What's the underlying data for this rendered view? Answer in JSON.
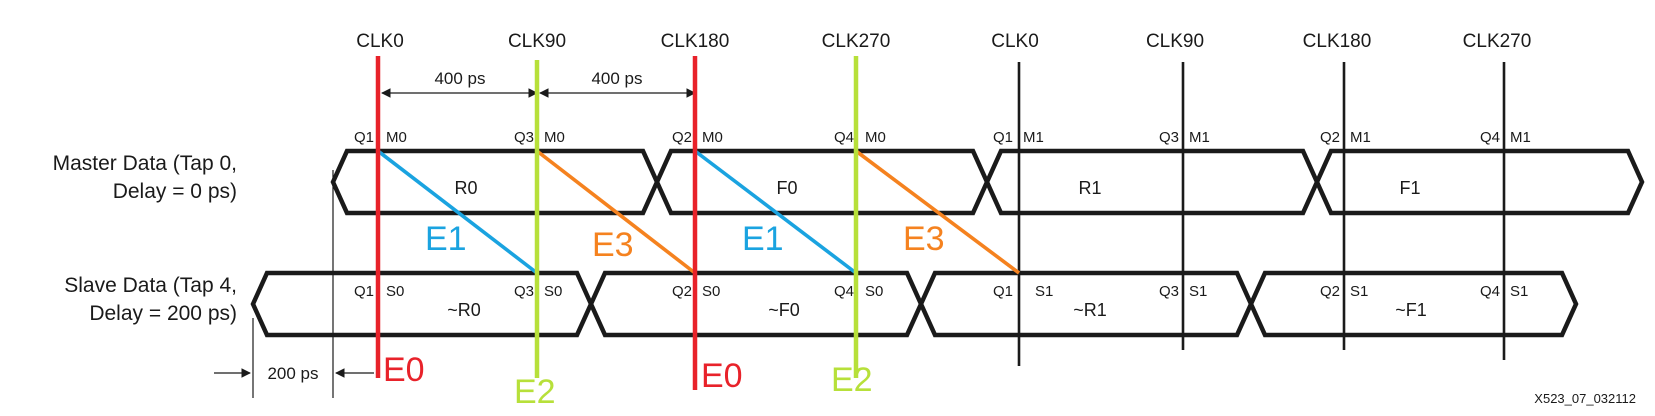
{
  "clocks": [
    "CLK0",
    "CLK90",
    "CLK180",
    "CLK270",
    "CLK0",
    "CLK90",
    "CLK180",
    "CLK270"
  ],
  "spacing": {
    "first": "400 ps",
    "second": "400 ps",
    "offset": "200 ps"
  },
  "rows": {
    "master_label": [
      "Master Data (Tap 0,",
      "Delay = 0 ps)"
    ],
    "slave_label": [
      "Slave Data (Tap 4,",
      "Delay = 200 ps)"
    ]
  },
  "master_segments": [
    "R0",
    "F0",
    "R1",
    "F1"
  ],
  "slave_segments": [
    "~R0",
    "~F0",
    "~R1",
    "~F1"
  ],
  "master_markers": [
    [
      "Q1",
      "M0"
    ],
    [
      "Q3",
      "M0"
    ],
    [
      "Q2",
      "M0"
    ],
    [
      "Q4",
      "M0"
    ],
    [
      "Q1",
      "M1"
    ],
    [
      "Q3",
      "M1"
    ],
    [
      "Q2",
      "M1"
    ],
    [
      "Q4",
      "M1"
    ]
  ],
  "slave_markers": [
    [
      "Q1",
      "S0"
    ],
    [
      "Q3",
      "S0"
    ],
    [
      "Q2",
      "S0"
    ],
    [
      "Q4",
      "S0"
    ],
    [
      "Q1",
      "S1"
    ],
    [
      "Q3",
      "S1"
    ],
    [
      "Q2",
      "S1"
    ],
    [
      "Q4",
      "S1"
    ]
  ],
  "edges": {
    "e1a": "E1",
    "e3a": "E3",
    "e1b": "E1",
    "e3b": "E3",
    "e0a": "E0",
    "e2a": "E2",
    "e0b": "E0",
    "e2b": "E2"
  },
  "figure_id": "X523_07_032112",
  "colors": {
    "clk0": "#e8222a",
    "clk90": "#b7e03a",
    "e1": "#1aa3e0",
    "e3": "#f5821f",
    "black": "#1a1a1a"
  }
}
